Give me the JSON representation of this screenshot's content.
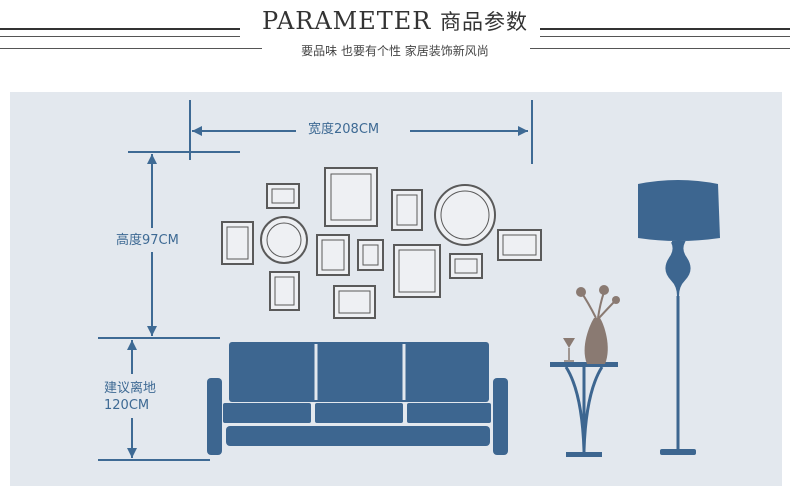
{
  "header": {
    "title_en": "PARAMETER",
    "title_cn": "商品参数",
    "subtitle": "要品味 也要有个性 家居装饰新风尚"
  },
  "dimensions": {
    "width_label": "宽度208CM",
    "height_label": "高度97CM",
    "ground_label_line1": "建议离地",
    "ground_label_line2": "120CM"
  },
  "colors": {
    "panel_bg": "#e3e8ee",
    "accent_blue": "#3d6690",
    "dimension_blue": "#3e6a94",
    "frame_stroke": "#5a5a5a",
    "vase_brown": "#8a7a72"
  },
  "icons": {
    "sofa": "sofa-icon",
    "floor_lamp": "floor-lamp-icon",
    "side_table": "side-table-icon",
    "vase": "vase-icon"
  }
}
